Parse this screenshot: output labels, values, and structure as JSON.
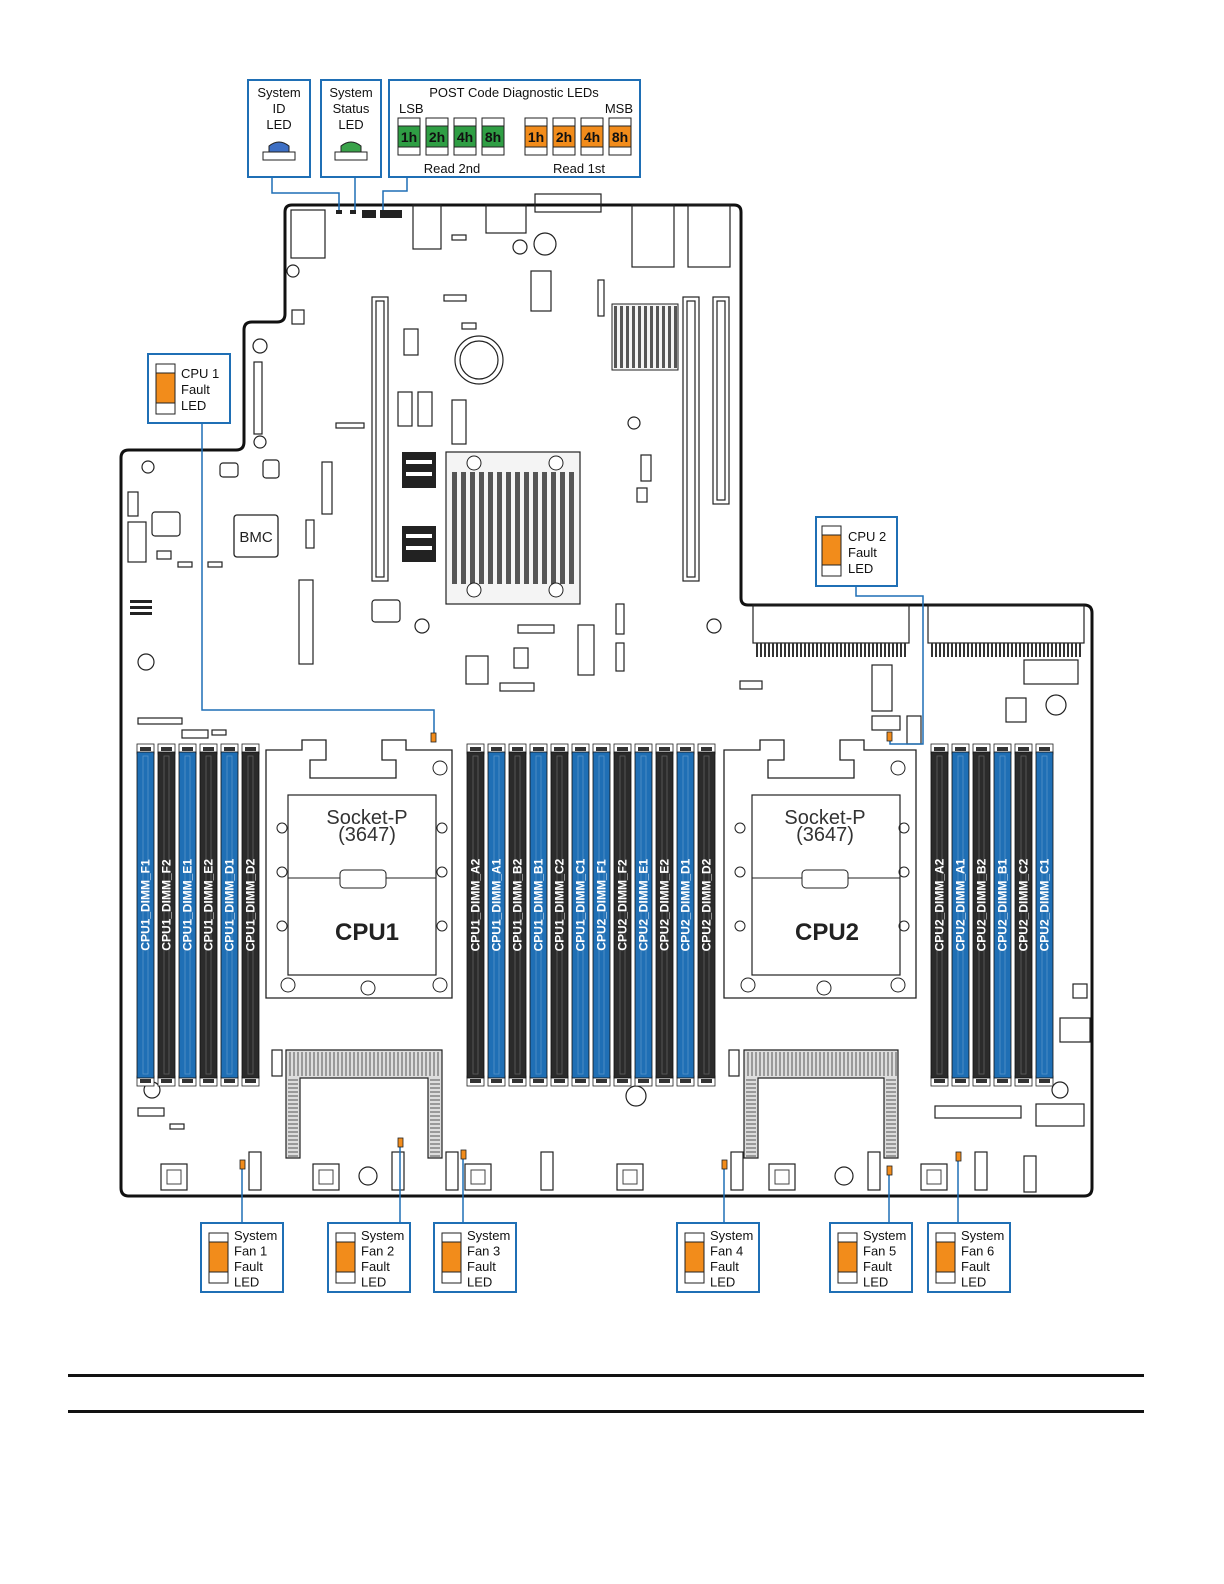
{
  "callouts": {
    "system_id": {
      "lines": [
        "System",
        "ID",
        "LED"
      ],
      "led_color": "#3d6fc4"
    },
    "system_status": {
      "lines": [
        "System",
        "Status",
        "LED"
      ],
      "led_color": "#3aa24a"
    },
    "post_code": {
      "title": "POST Code Diagnostic LEDs",
      "lsb": "LSB",
      "msb": "MSB",
      "green_leds": [
        "1h",
        "2h",
        "4h",
        "8h"
      ],
      "orange_leds": [
        "1h",
        "2h",
        "4h",
        "8h"
      ],
      "read_2nd": "Read 2nd",
      "read_1st": "Read 1st",
      "green_color": "#2f9e44",
      "orange_color": "#f28c1b"
    },
    "cpu1_fault": {
      "lines": [
        "CPU 1",
        "Fault",
        "LED"
      ]
    },
    "cpu2_fault": {
      "lines": [
        "CPU 2",
        "Fault",
        "LED"
      ]
    },
    "fans": [
      {
        "lines": [
          "System",
          "Fan 1",
          "Fault",
          "LED"
        ]
      },
      {
        "lines": [
          "System",
          "Fan 2",
          "Fault",
          "LED"
        ]
      },
      {
        "lines": [
          "System",
          "Fan 3",
          "Fault",
          "LED"
        ]
      },
      {
        "lines": [
          "System",
          "Fan 4",
          "Fault",
          "LED"
        ]
      },
      {
        "lines": [
          "System",
          "Fan 5",
          "Fault",
          "LED"
        ]
      },
      {
        "lines": [
          "System",
          "Fan 6",
          "Fault",
          "LED"
        ]
      }
    ],
    "fault_color": "#f28c1b",
    "border_color": "#1f6fb5"
  },
  "board": {
    "bmc_label": "BMC",
    "cpu1": {
      "socket_label": "Socket-P",
      "socket_number": "(3647)",
      "cpu_label": "CPU1"
    },
    "cpu2": {
      "socket_label": "Socket-P",
      "socket_number": "(3647)",
      "cpu_label": "CPU2"
    },
    "dimm_blue": "#1f6fb5",
    "dimm_black": "#2b2b2b",
    "dimm_groups": [
      {
        "slots": [
          {
            "label": "CPU1_DIMM_F1",
            "color": "blue"
          },
          {
            "label": "CPU1_DIMM_F2",
            "color": "black"
          },
          {
            "label": "CPU1_DIMM_E1",
            "color": "blue"
          },
          {
            "label": "CPU1_DIMM_E2",
            "color": "black"
          },
          {
            "label": "CPU1_DIMM_D1",
            "color": "blue"
          },
          {
            "label": "CPU1_DIMM_D2",
            "color": "black"
          }
        ]
      },
      {
        "slots": [
          {
            "label": "CPU1_DIMM_A2",
            "color": "black"
          },
          {
            "label": "CPU1_DIMM_A1",
            "color": "blue"
          },
          {
            "label": "CPU1_DIMM_B2",
            "color": "black"
          },
          {
            "label": "CPU1_DIMM_B1",
            "color": "blue"
          },
          {
            "label": "CPU1_DIMM_C2",
            "color": "black"
          },
          {
            "label": "CPU1_DIMM_C1",
            "color": "blue"
          },
          {
            "label": "CPU2_DIMM_F1",
            "color": "blue"
          },
          {
            "label": "CPU2_DIMM_F2",
            "color": "black"
          },
          {
            "label": "CPU2_DIMM_E1",
            "color": "blue"
          },
          {
            "label": "CPU2_DIMM_E2",
            "color": "black"
          },
          {
            "label": "CPU2_DIMM_D1",
            "color": "blue"
          },
          {
            "label": "CPU2_DIMM_D2",
            "color": "black"
          }
        ]
      },
      {
        "slots": [
          {
            "label": "CPU2_DIMM_A2",
            "color": "black"
          },
          {
            "label": "CPU2_DIMM_A1",
            "color": "blue"
          },
          {
            "label": "CPU2_DIMM_B2",
            "color": "black"
          },
          {
            "label": "CPU2_DIMM_B1",
            "color": "blue"
          },
          {
            "label": "CPU2_DIMM_C2",
            "color": "black"
          },
          {
            "label": "CPU2_DIMM_C1",
            "color": "blue"
          }
        ]
      }
    ]
  }
}
